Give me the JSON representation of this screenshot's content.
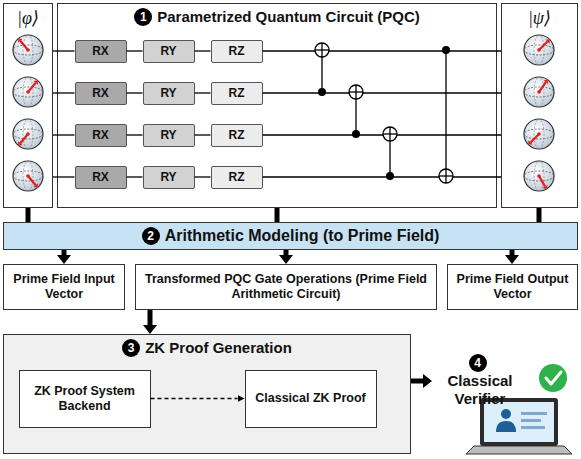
{
  "diagram": {
    "nodes": [
      {
        "text": [
          "|φ⟩"
        ]
      },
      {
        "text": [
          "1",
          "Parametrized Quantum Circuit (PQC)"
        ]
      },
      {
        "text": [
          "RX"
        ],
        "in": 1
      },
      {
        "text": [
          "RY"
        ],
        "in": 1
      },
      {
        "text": [
          "RZ"
        ],
        "in": 1
      },
      {
        "text": [
          "RX"
        ],
        "in": 1
      },
      {
        "text": [
          "RY"
        ],
        "in": 1
      },
      {
        "text": [
          "RZ"
        ],
        "in": 1
      },
      {
        "text": [
          "RX"
        ],
        "in": 1
      },
      {
        "text": [
          "RY"
        ],
        "in": 1
      },
      {
        "text": [
          "RZ"
        ],
        "in": 1
      },
      {
        "text": [
          "RX"
        ],
        "in": 1
      },
      {
        "text": [
          "RY"
        ],
        "in": 1
      },
      {
        "text": [
          "RZ"
        ],
        "in": 1
      },
      {
        "text": [
          "|ψ⟩"
        ]
      },
      {
        "text": [
          "2",
          "Arithmetic Modeling (to Prime Field)"
        ]
      },
      {
        "text": [
          "Prime Field Input Vector"
        ]
      },
      {
        "text": [
          "Transformed PQC Gate Operations (Prime Field Arithmetic Circuit)"
        ]
      },
      {
        "text": [
          "Prime Field Output Vector"
        ]
      },
      {
        "text": [
          "3",
          "ZK Proof Generation"
        ]
      },
      {
        "text": [
          "ZK Proof System Backend"
        ],
        "in": 19
      },
      {
        "text": [
          "Classical ZK Proof"
        ],
        "in": 19
      },
      {
        "text": [
          "4",
          "Classical Verifier"
        ]
      }
    ],
    "edges": [
      {
        "from": 0,
        "to": 2,
        "arrow": "none"
      },
      {
        "from": 0,
        "to": 5,
        "arrow": "none"
      },
      {
        "from": 0,
        "to": 8,
        "arrow": "none"
      },
      {
        "from": 0,
        "to": 11,
        "arrow": "none"
      },
      {
        "from": 2,
        "to": 3,
        "arrow": "none"
      },
      {
        "from": 5,
        "to": 6,
        "arrow": "none"
      },
      {
        "from": 8,
        "to": 9,
        "arrow": "none"
      },
      {
        "from": 11,
        "to": 12,
        "arrow": "none"
      },
      {
        "from": 3,
        "to": 4,
        "arrow": "none"
      },
      {
        "from": 6,
        "to": 7,
        "arrow": "none"
      },
      {
        "from": 9,
        "to": 10,
        "arrow": "none"
      },
      {
        "from": 12,
        "to": 13,
        "arrow": "none"
      },
      {
        "from": 4,
        "to": 14,
        "arrow": "none"
      },
      {
        "from": 7,
        "to": 14,
        "arrow": "none"
      },
      {
        "from": 10,
        "to": 14,
        "arrow": "none"
      },
      {
        "from": 13,
        "to": 14,
        "arrow": "none"
      },
      {
        "from": 0,
        "to": 15,
        "arrow": "none"
      },
      {
        "from": 1,
        "to": 15,
        "arrow": "none"
      },
      {
        "from": 14,
        "to": 15,
        "arrow": "none"
      },
      {
        "from": 15,
        "to": 16,
        "arrow": "to"
      },
      {
        "from": 15,
        "to": 17,
        "arrow": "to"
      },
      {
        "from": 15,
        "to": 18,
        "arrow": "to"
      },
      {
        "from": 17,
        "to": 19,
        "arrow": "to"
      },
      {
        "from": 20,
        "to": 21,
        "arrow": "to"
      },
      {
        "from": 19,
        "to": 22,
        "arrow": "to"
      }
    ]
  }
}
